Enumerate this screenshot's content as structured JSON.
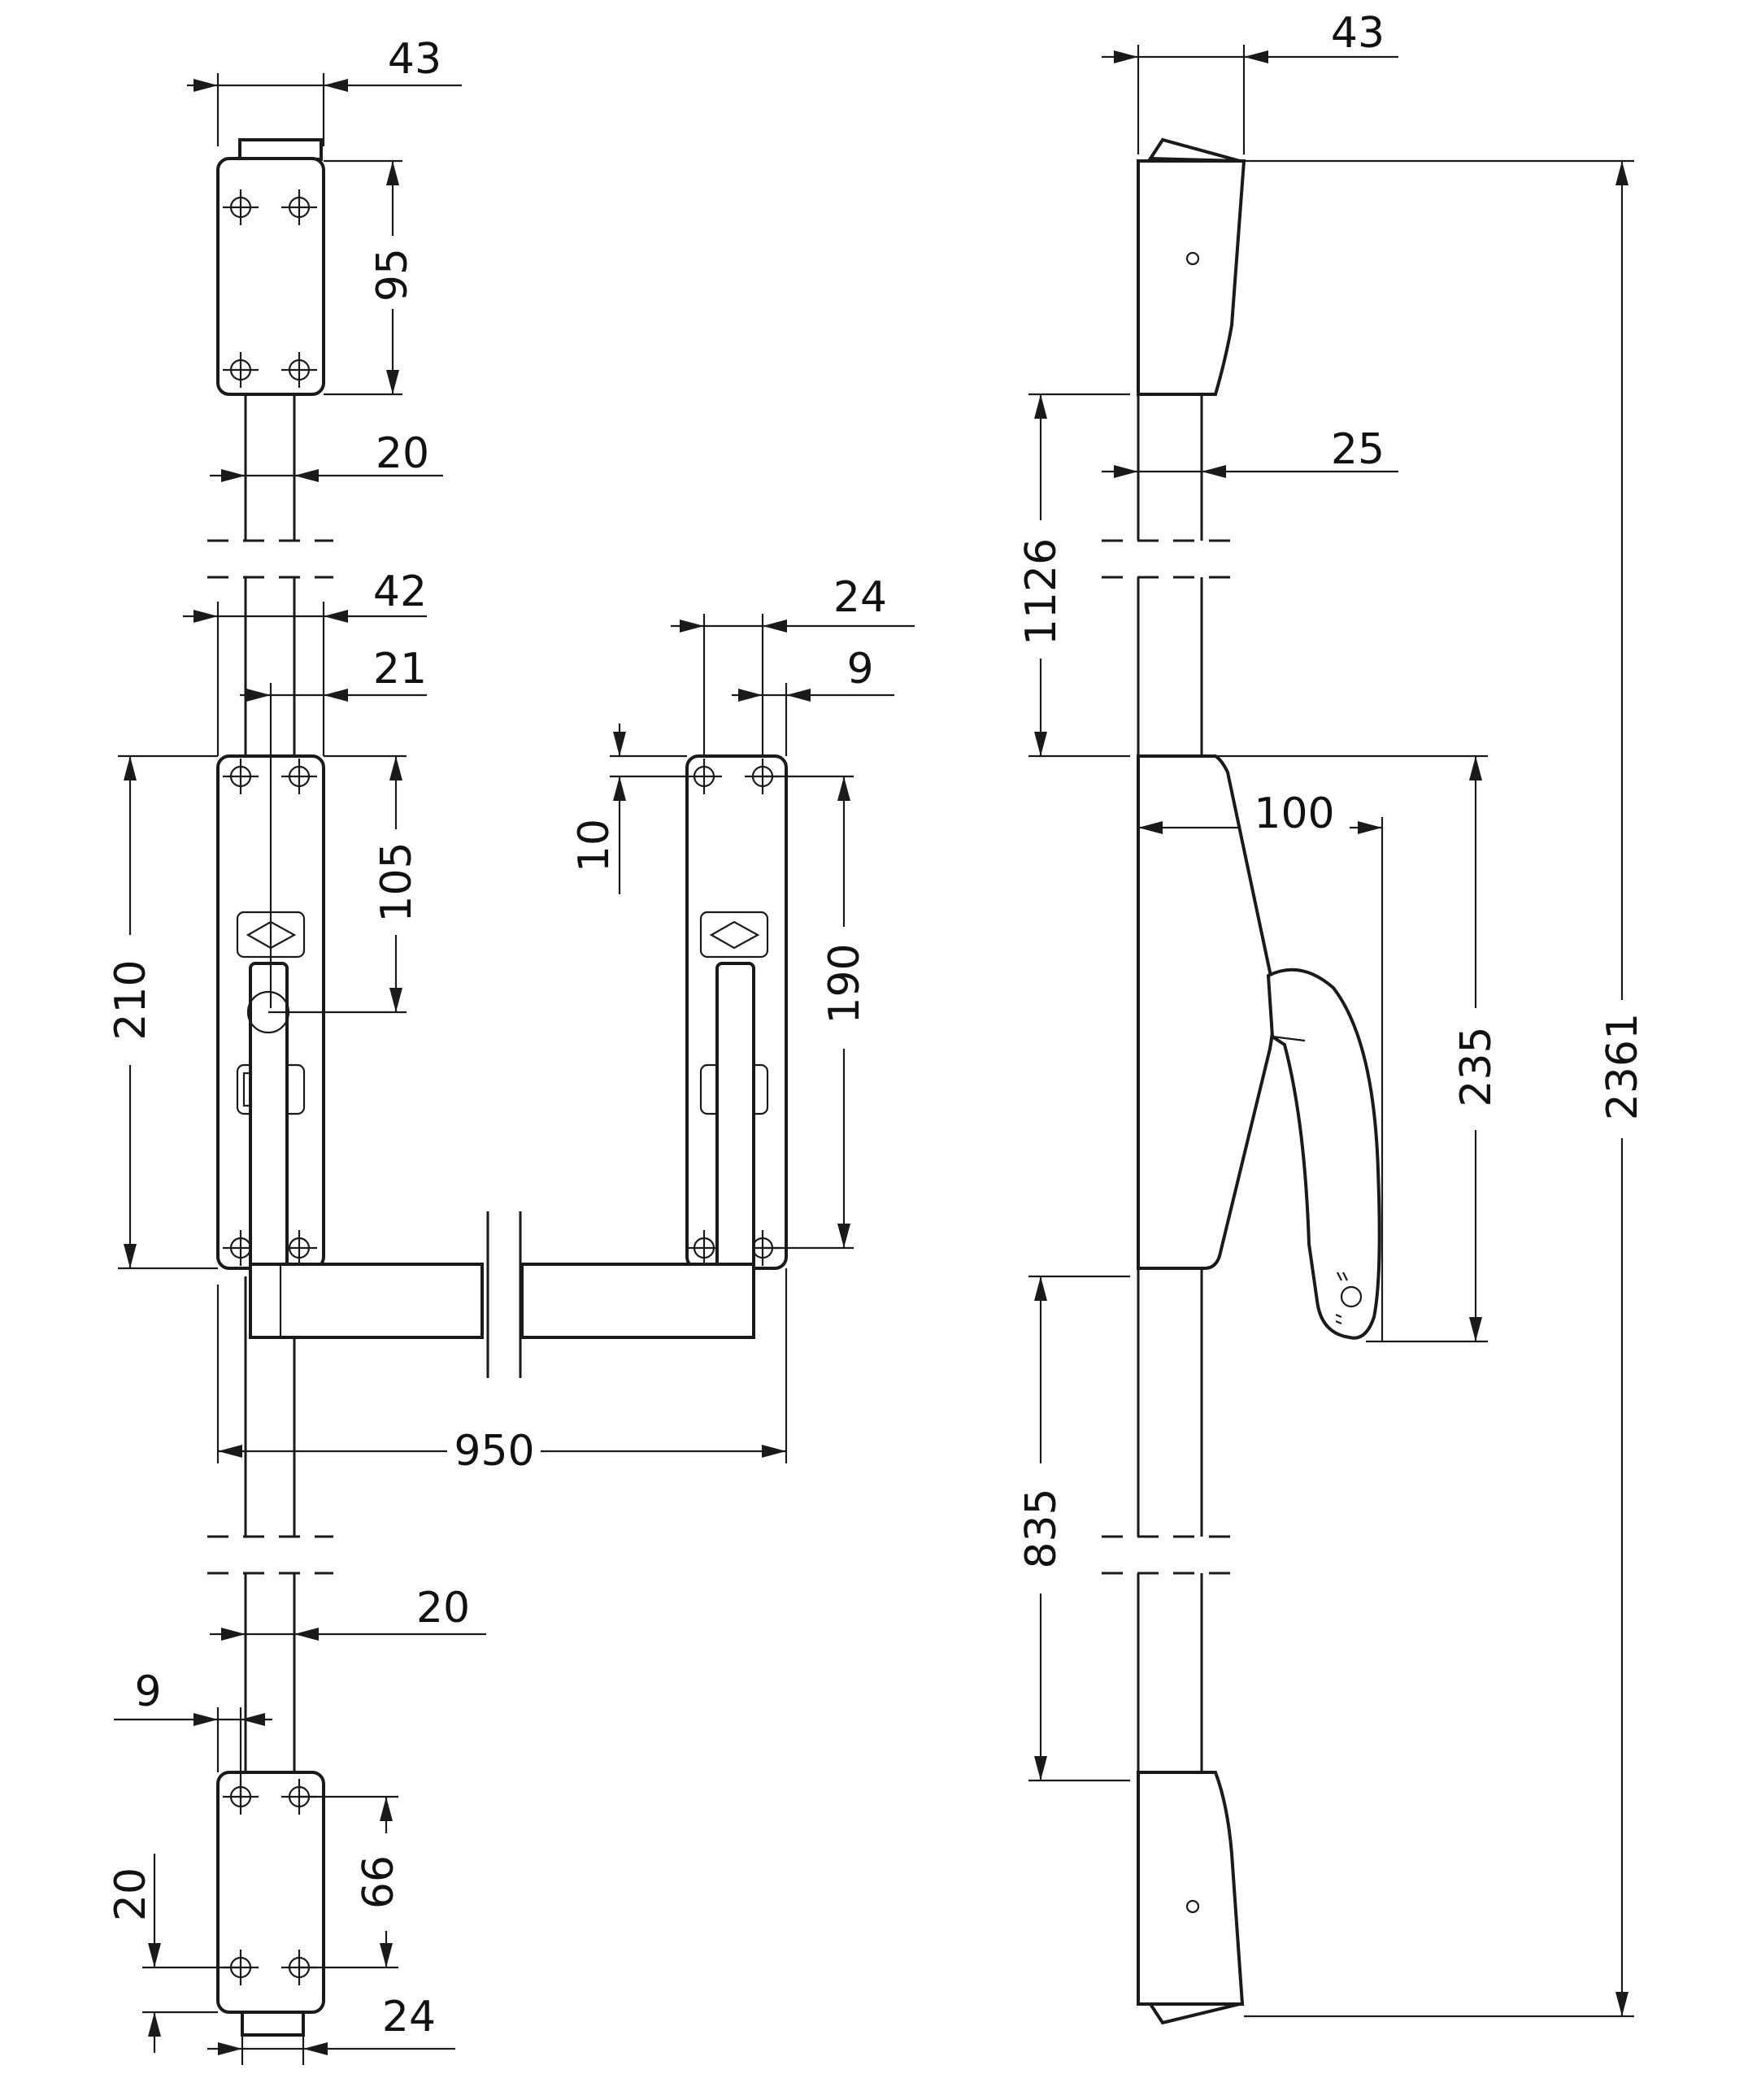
{
  "front_view": {
    "top_bolt": {
      "width_label": "43",
      "height_label": "95",
      "rod_label": "20"
    },
    "lever_plate": {
      "width_label": "42",
      "rod_label": "21",
      "height_label": "210",
      "handle_offset_label": "105"
    },
    "keeper_plate": {
      "width_label": "24",
      "offset_label": "9",
      "hole_offset_label": "10",
      "hole_span_label": "190"
    },
    "overall_width_label": "950",
    "lower_rod_label": "20",
    "bottom_bolt": {
      "offset_label": "9",
      "tip_label": "20",
      "hole_span_label": "66",
      "width_label": "24"
    }
  },
  "side_view": {
    "top_width_label": "43",
    "rod_label": "25",
    "upper_length_label": "1126",
    "handle_depth_label": "100",
    "handle_height_label": "235",
    "lower_length_label": "835",
    "overall_height_label": "2361"
  }
}
